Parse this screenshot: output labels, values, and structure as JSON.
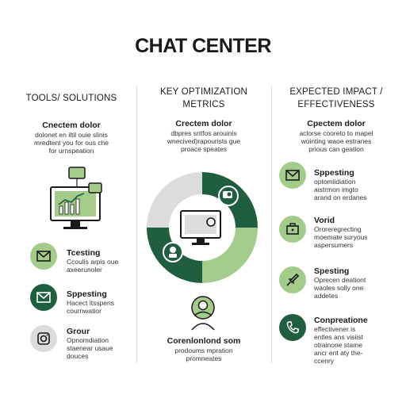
{
  "title": "CHAT CENTER",
  "colors": {
    "dark_green": "#1f5e3e",
    "light_green": "#a3cc8a",
    "gray": "#dcdcdc",
    "text": "#1a1a1a"
  },
  "columns": [
    {
      "heading": [
        "TOOLS/ SOLUTIONS"
      ],
      "blurb": {
        "title": "Cnectem dolor",
        "lines": [
          "dolonet en iltil ouie slinis",
          "mredtent you for ous che",
          "for urnspeation"
        ]
      },
      "items": [
        {
          "title": "Tcesting",
          "lines": [
            "Ccoulis arpis oue",
            "axeerunoler"
          ],
          "icon": "envelope-icon",
          "style": "light"
        },
        {
          "title": "Sppesting",
          "lines": [
            "Hacect itsspens",
            "cournwatior"
          ],
          "icon": "envelope-icon",
          "style": "dark"
        },
        {
          "title": "Grour",
          "lines": [
            "Opnomdiation",
            "staenear usaue",
            "douces"
          ],
          "icon": "camera-icon",
          "style": "gray"
        }
      ]
    },
    {
      "heading": [
        "KEY OPTIMIZATION",
        "METRICS"
      ],
      "blurb": {
        "title": "Crectem dolor",
        "lines": [
          "dbpres sritfos arouinis",
          "wnecived)rapourists gue",
          "proace speates"
        ]
      },
      "bottom": {
        "title": "Corenlonlond som",
        "lines": [
          "prodoums mpration",
          "promneates"
        ]
      }
    },
    {
      "heading": [
        "EXPECTED IMPACT /",
        "EFFECTIVENESS"
      ],
      "blurb": {
        "title": "Cpectem dolor",
        "lines": [
          "aclorse cooreto to mapel",
          "wointing waoe estranes",
          "prious can geation"
        ]
      },
      "items": [
        {
          "title": "Sppesting",
          "lines": [
            "optomiidiation",
            "aistrmon imgto",
            "arand on erdanes"
          ],
          "icon": "envelope-icon",
          "style": "light"
        },
        {
          "title": "Vorid",
          "lines": [
            "Ororeregrecting",
            "moemate suryous",
            "aspersumers"
          ],
          "icon": "briefcase-icon",
          "style": "light"
        },
        {
          "title": "Spesting",
          "lines": [
            "Oprecen deationt",
            "waoles solly one",
            "addetes"
          ],
          "icon": "rocket-icon",
          "style": "light"
        },
        {
          "title": "Conpreatione",
          "lines": [
            "effectivener is",
            "entles ans visiist",
            "otrainone stame",
            "ancr ent aty the-",
            "ccenry"
          ],
          "icon": "phone-icon",
          "style": "dark"
        }
      ]
    }
  ]
}
